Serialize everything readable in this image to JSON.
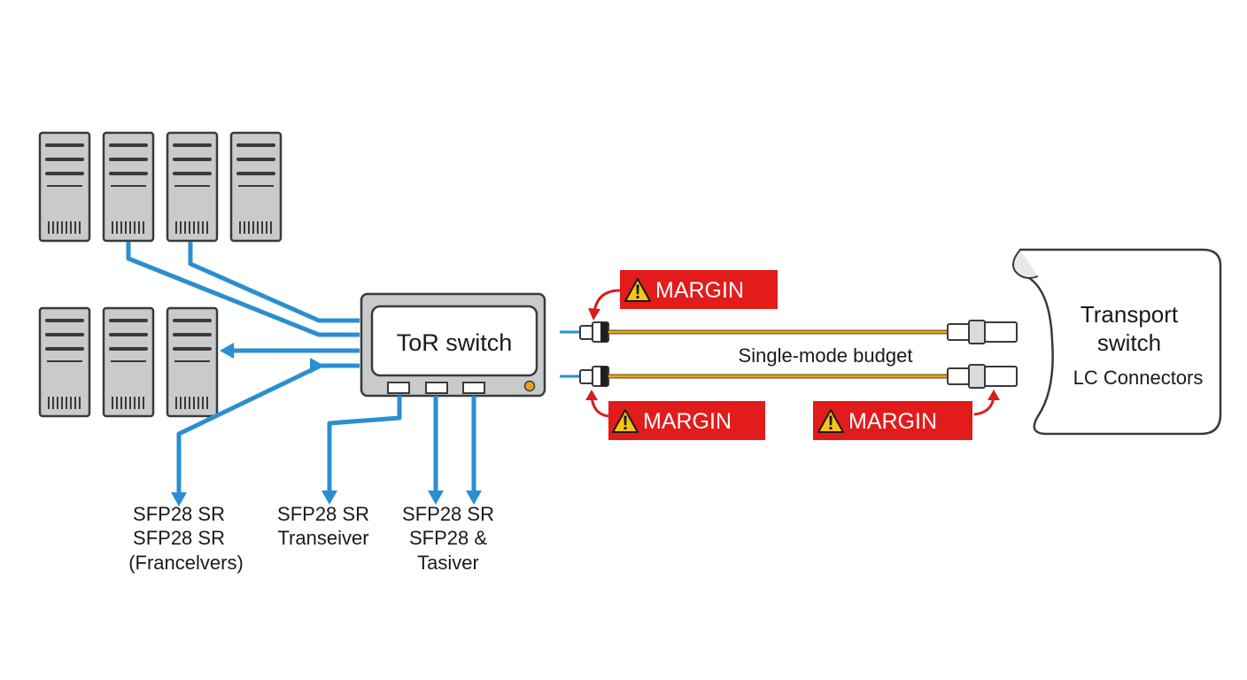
{
  "diagram": {
    "tor_switch_label": "ToR switch",
    "fiber_label": "Single-mode budget",
    "transport": {
      "line1": "Transport",
      "line2": "switch",
      "line3": "LC Connectors"
    },
    "warnings": [
      "MARGIN",
      "MARGIN",
      "MARGIN"
    ],
    "warning_glyph": "!",
    "transceiver_labels": {
      "group1": [
        "SFP28 SR",
        "SFP28 SR",
        "(Francelvers)"
      ],
      "group2": [
        "SFP28 SR",
        "Transeiver"
      ],
      "group3": [
        "SFP28 SR",
        "SFP28 &",
        "Tasiver"
      ]
    }
  },
  "colors": {
    "link_blue": "#2a8fd0",
    "warning_red": "#e21b1b",
    "warning_yellow": "#f5c518",
    "fiber_orange": "#e6a82a"
  },
  "icons": [
    "server-icon",
    "warning-icon",
    "lc-connector-icon",
    "transceiver-port-icon"
  ]
}
